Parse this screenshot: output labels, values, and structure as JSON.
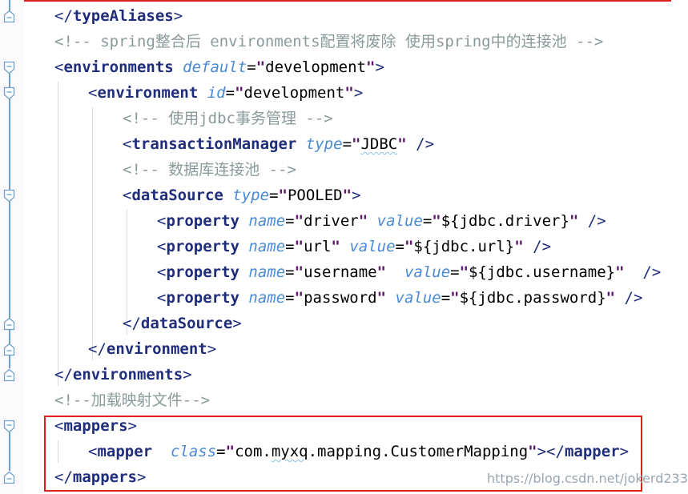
{
  "colors": {
    "top_border": "#e02020",
    "highlight_box": "#e02020",
    "fold_marker": "#6f9fd0",
    "watermark": "#9aa6b2"
  },
  "lines": [
    {
      "id": "close-typealiases",
      "segments": [
        {
          "cls": "tag",
          "text": "</"
        },
        {
          "cls": "tagn",
          "text": "typeAliases"
        },
        {
          "cls": "tag",
          "text": ">"
        }
      ]
    },
    {
      "id": "comment-spring",
      "segments": [
        {
          "cls": "cmt",
          "text": "<!-- spring整合后 environments配置将废除 使用spring中的连接池 -->"
        }
      ]
    },
    {
      "id": "open-environments",
      "segments": [
        {
          "cls": "tag",
          "text": "<"
        },
        {
          "cls": "tagn",
          "text": "environments "
        },
        {
          "cls": "attr",
          "text": "default"
        },
        {
          "cls": "eq",
          "text": "="
        },
        {
          "cls": "quote",
          "text": "\""
        },
        {
          "cls": "val",
          "text": "development"
        },
        {
          "cls": "quote",
          "text": "\""
        },
        {
          "cls": "tag",
          "text": ">"
        }
      ]
    },
    {
      "id": "open-environment",
      "segments": [
        {
          "cls": "tag",
          "text": "<"
        },
        {
          "cls": "tagn",
          "text": "environment "
        },
        {
          "cls": "attr",
          "text": "id"
        },
        {
          "cls": "eq",
          "text": "="
        },
        {
          "cls": "quote",
          "text": "\""
        },
        {
          "cls": "val",
          "text": "development"
        },
        {
          "cls": "quote",
          "text": "\""
        },
        {
          "cls": "tag",
          "text": ">"
        }
      ]
    },
    {
      "id": "comment-jdbc",
      "segments": [
        {
          "cls": "cmt",
          "text": "<!-- 使用jdbc事务管理 -->"
        }
      ]
    },
    {
      "id": "transaction-manager",
      "segments": [
        {
          "cls": "tag",
          "text": "<"
        },
        {
          "cls": "tagn",
          "text": "transactionManager "
        },
        {
          "cls": "attr",
          "text": "type"
        },
        {
          "cls": "eq",
          "text": "="
        },
        {
          "cls": "quote",
          "text": "\""
        },
        {
          "cls": "val sq",
          "text": "JDBC"
        },
        {
          "cls": "quote",
          "text": "\""
        },
        {
          "cls": "tag",
          "text": " />"
        }
      ]
    },
    {
      "id": "comment-pool",
      "segments": [
        {
          "cls": "cmt",
          "text": "<!-- 数据库连接池 -->"
        }
      ]
    },
    {
      "id": "open-datasource",
      "segments": [
        {
          "cls": "tag",
          "text": "<"
        },
        {
          "cls": "tagn",
          "text": "dataSource "
        },
        {
          "cls": "attr",
          "text": "type"
        },
        {
          "cls": "eq",
          "text": "="
        },
        {
          "cls": "quote",
          "text": "\""
        },
        {
          "cls": "val",
          "text": "POOLED"
        },
        {
          "cls": "quote",
          "text": "\""
        },
        {
          "cls": "tag",
          "text": ">"
        }
      ]
    },
    {
      "id": "property-driver",
      "segments": [
        {
          "cls": "tag",
          "text": "<"
        },
        {
          "cls": "tagn",
          "text": "property "
        },
        {
          "cls": "attr",
          "text": "name"
        },
        {
          "cls": "eq",
          "text": "="
        },
        {
          "cls": "quote",
          "text": "\""
        },
        {
          "cls": "val",
          "text": "driver"
        },
        {
          "cls": "quote",
          "text": "\""
        },
        {
          "cls": "tag",
          "text": " "
        },
        {
          "cls": "attr",
          "text": "value"
        },
        {
          "cls": "eq",
          "text": "="
        },
        {
          "cls": "quote",
          "text": "\""
        },
        {
          "cls": "val",
          "text": "${jdbc.driver}"
        },
        {
          "cls": "quote",
          "text": "\""
        },
        {
          "cls": "tag",
          "text": " />"
        }
      ]
    },
    {
      "id": "property-url",
      "segments": [
        {
          "cls": "tag",
          "text": "<"
        },
        {
          "cls": "tagn",
          "text": "property "
        },
        {
          "cls": "attr",
          "text": "name"
        },
        {
          "cls": "eq",
          "text": "="
        },
        {
          "cls": "quote",
          "text": "\""
        },
        {
          "cls": "val",
          "text": "url"
        },
        {
          "cls": "quote",
          "text": "\""
        },
        {
          "cls": "tag",
          "text": " "
        },
        {
          "cls": "attr",
          "text": "value"
        },
        {
          "cls": "eq",
          "text": "="
        },
        {
          "cls": "quote",
          "text": "\""
        },
        {
          "cls": "val",
          "text": "${jdbc.url}"
        },
        {
          "cls": "quote",
          "text": "\""
        },
        {
          "cls": "tag",
          "text": " />"
        }
      ]
    },
    {
      "id": "property-username",
      "segments": [
        {
          "cls": "tag",
          "text": "<"
        },
        {
          "cls": "tagn",
          "text": "property "
        },
        {
          "cls": "attr",
          "text": "name"
        },
        {
          "cls": "eq",
          "text": "="
        },
        {
          "cls": "quote",
          "text": "\""
        },
        {
          "cls": "val",
          "text": "username"
        },
        {
          "cls": "quote",
          "text": "\""
        },
        {
          "cls": "tag",
          "text": "  "
        },
        {
          "cls": "attr",
          "text": "value"
        },
        {
          "cls": "eq",
          "text": "="
        },
        {
          "cls": "quote",
          "text": "\""
        },
        {
          "cls": "val",
          "text": "${jdbc.username}"
        },
        {
          "cls": "quote",
          "text": "\""
        },
        {
          "cls": "tag",
          "text": "  />"
        }
      ]
    },
    {
      "id": "property-password",
      "segments": [
        {
          "cls": "tag",
          "text": "<"
        },
        {
          "cls": "tagn",
          "text": "property "
        },
        {
          "cls": "attr",
          "text": "name"
        },
        {
          "cls": "eq",
          "text": "="
        },
        {
          "cls": "quote",
          "text": "\""
        },
        {
          "cls": "val",
          "text": "password"
        },
        {
          "cls": "quote",
          "text": "\""
        },
        {
          "cls": "tag",
          "text": " "
        },
        {
          "cls": "attr",
          "text": "value"
        },
        {
          "cls": "eq",
          "text": "="
        },
        {
          "cls": "quote",
          "text": "\""
        },
        {
          "cls": "val",
          "text": "${jdbc.password}"
        },
        {
          "cls": "quote",
          "text": "\""
        },
        {
          "cls": "tag",
          "text": " />"
        }
      ]
    },
    {
      "id": "close-datasource",
      "segments": [
        {
          "cls": "tag",
          "text": "</"
        },
        {
          "cls": "tagn",
          "text": "dataSource"
        },
        {
          "cls": "tag",
          "text": ">"
        }
      ]
    },
    {
      "id": "close-environment",
      "segments": [
        {
          "cls": "tag",
          "text": "</"
        },
        {
          "cls": "tagn",
          "text": "environment"
        },
        {
          "cls": "tag",
          "text": ">"
        }
      ]
    },
    {
      "id": "close-environments",
      "segments": [
        {
          "cls": "tag",
          "text": "</"
        },
        {
          "cls": "tagn",
          "text": "environments"
        },
        {
          "cls": "tag",
          "text": ">"
        }
      ]
    },
    {
      "id": "comment-mappers",
      "segments": [
        {
          "cls": "cmt",
          "text": "<!--加载映射文件-->"
        }
      ]
    },
    {
      "id": "open-mappers",
      "segments": [
        {
          "cls": "tag",
          "text": "<"
        },
        {
          "cls": "tagn",
          "text": "mappers"
        },
        {
          "cls": "tag",
          "text": ">"
        }
      ]
    },
    {
      "id": "mapper-class",
      "segments": [
        {
          "cls": "tag",
          "text": "<"
        },
        {
          "cls": "tagn",
          "text": "mapper  "
        },
        {
          "cls": "attr",
          "text": "class"
        },
        {
          "cls": "eq",
          "text": "="
        },
        {
          "cls": "quote",
          "text": "\""
        },
        {
          "cls": "val",
          "text": "com."
        },
        {
          "cls": "val sq",
          "text": "myxq"
        },
        {
          "cls": "val",
          "text": ".mapping.CustomerMapping"
        },
        {
          "cls": "quote",
          "text": "\""
        },
        {
          "cls": "tag",
          "text": "></"
        },
        {
          "cls": "tagn",
          "text": "mapper"
        },
        {
          "cls": "tag",
          "text": ">"
        }
      ]
    },
    {
      "id": "close-mappers",
      "segments": [
        {
          "cls": "tag",
          "text": "</"
        },
        {
          "cls": "tagn",
          "text": "mappers"
        },
        {
          "cls": "tag",
          "text": ">"
        }
      ]
    }
  ],
  "watermark": "https://blog.csdn.net/jokerd233"
}
